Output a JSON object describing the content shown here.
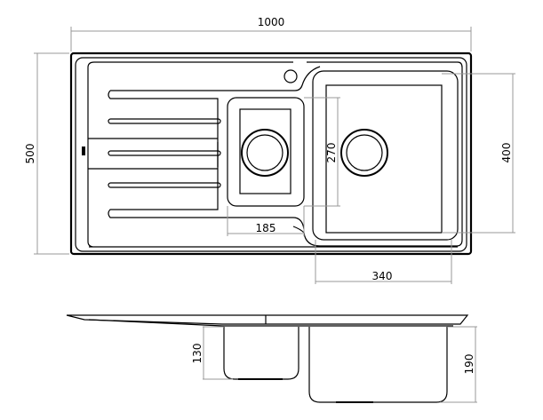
{
  "dimensions": {
    "overall_width": "1000",
    "overall_depth": "500",
    "small_bowl_width": "185",
    "small_bowl_length": "270",
    "large_bowl_width": "340",
    "large_bowl_length": "400",
    "small_bowl_depth": "130",
    "large_bowl_depth": "190"
  }
}
